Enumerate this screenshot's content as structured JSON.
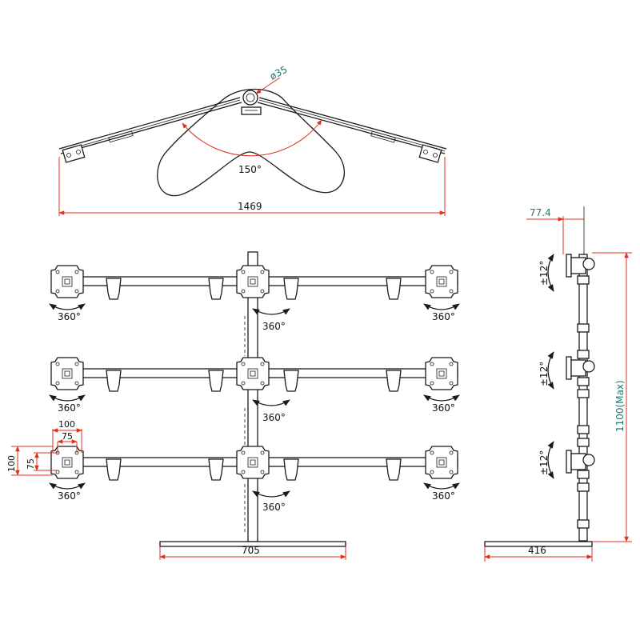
{
  "colors": {
    "dimension_line": "#e0301e",
    "outline": "#1a1a1a",
    "teal_text": "#1d7a6e",
    "background": "#ffffff"
  },
  "top_view": {
    "pole_diameter": "ø35",
    "arm_angle": "150°",
    "overall_width": "1469"
  },
  "front_view": {
    "rotation_label": "360°",
    "vesa_outer": "100",
    "vesa_inner": "75",
    "vesa_height_outer": "100",
    "vesa_height_inner": "75",
    "base_width": "705"
  },
  "side_view": {
    "offset": "77.4",
    "tilt_label": "±12°",
    "max_height": "1100(Max)",
    "base_depth": "416"
  }
}
